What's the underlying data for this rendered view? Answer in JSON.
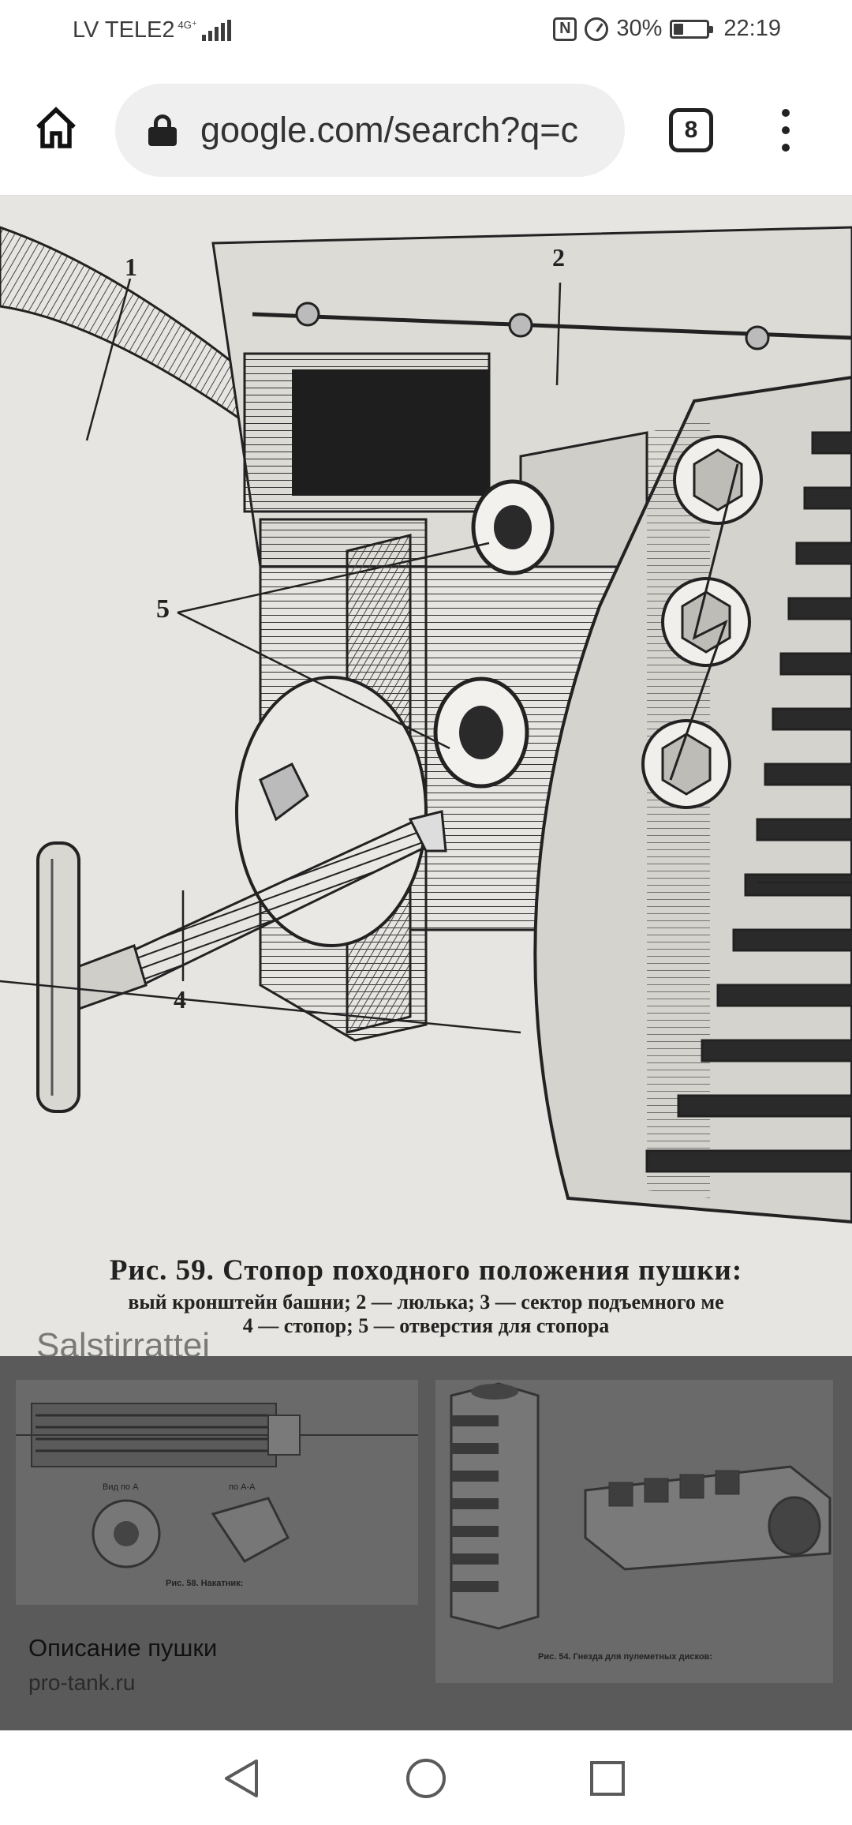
{
  "status_bar": {
    "carrier": "LV TELE2",
    "network": "4G⁺",
    "battery_percent": "30%",
    "battery_level": 0.3,
    "time": "22:19"
  },
  "browser": {
    "url": "google.com/search?q=c",
    "tab_count": "8",
    "icons": [
      "home-icon",
      "lock-icon",
      "tab-switcher-icon",
      "more-vert-icon"
    ]
  },
  "hero_image": {
    "callouts": [
      "1",
      "2",
      "5",
      "4"
    ],
    "caption_line1": "Рис. 59. Стопор походного положения пушки:",
    "caption_line2": "вый кронштейн башни; 2 — люлька; 3 — сектор подъемного ме",
    "caption_line3": "4 — стопор; 5 — отверстия для стопора"
  },
  "overlay_text": "Salstirrattei",
  "results": {
    "title": "Описание пушки",
    "source": "pro-tank.ru",
    "thumb1_caption": "Рис. 58. Накатник:",
    "thumb1_labels": [
      "Вид по А",
      "по А-А"
    ],
    "thumb2_caption": "Рис. 54. Гнезда для пулеметных дисков:"
  },
  "nav": {
    "icons": [
      "back-icon",
      "home-circle-icon",
      "recents-icon"
    ]
  },
  "colors": {
    "status_text": "#3c3c3c",
    "omnibox_bg": "#efefef",
    "overlay_bg": "#5a5a5a",
    "hero_bg": "#e6e5e1"
  }
}
